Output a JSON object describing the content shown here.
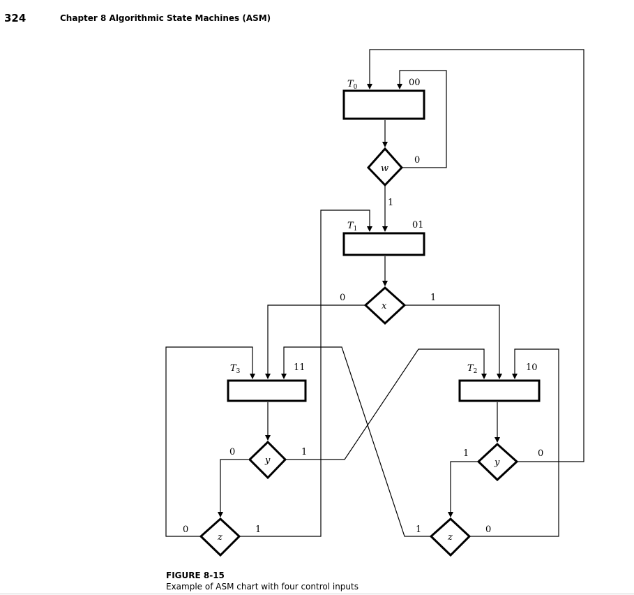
{
  "header": {
    "page_number": "324",
    "chapter_title": "Chapter 8  Algorithmic State Machines (ASM)"
  },
  "diagram": {
    "states": [
      {
        "name": "T0",
        "code": "00"
      },
      {
        "name": "T1",
        "code": "01"
      },
      {
        "name": "T2",
        "code": "10"
      },
      {
        "name": "T3",
        "code": "11"
      }
    ],
    "decisions": [
      {
        "var": "w",
        "yes": "1",
        "no": "0"
      },
      {
        "var": "x",
        "left": "0",
        "right": "1"
      },
      {
        "var": "y",
        "left": "0",
        "right": "1"
      },
      {
        "var": "y",
        "left": "1",
        "right": "0"
      },
      {
        "var": "z",
        "left": "0",
        "right": "1"
      },
      {
        "var": "z",
        "left": "1",
        "right": "0"
      }
    ]
  },
  "caption": {
    "title": "FIGURE 8-15",
    "text": "Example of ASM chart with four control inputs"
  }
}
